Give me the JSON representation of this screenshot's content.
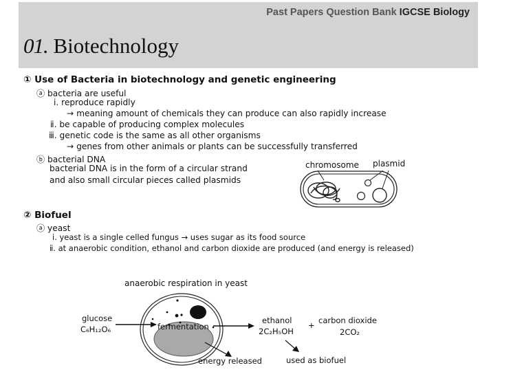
{
  "header": {
    "subject_prefix": "Past Papers Question Bank ",
    "subject_bold": "IGCSE Biology",
    "chapter_number": "01.",
    "chapter_title": "Biotechnology"
  },
  "section1": {
    "title": "① Use of Bacteria in biotechnology and genetic engineering",
    "a_title": "ⓐ bacteria are useful",
    "a_i": "ⅰ. reproduce rapidly",
    "a_i_note": "→ meaning amount of chemicals they can produce can also rapidly increase",
    "a_ii": "ⅱ. be capable of producing complex molecules",
    "a_iii": "ⅲ. genetic code is the same as all other organisms",
    "a_iii_note": "→ genes from other animals or plants can be successfully transferred",
    "b_title": "ⓑ bacterial DNA",
    "b_line1": "bacterial DNA is in the form of a circular strand",
    "b_line2": "and also small circular pieces called plasmids",
    "diagram_chromosome": "chromosome",
    "diagram_plasmid": "plasmid"
  },
  "section2": {
    "title": "② Biofuel",
    "a_title": "ⓐ yeast",
    "a_i": "ⅰ. yeast is a single celled fungus → uses sugar as its food source",
    "a_ii": "ⅱ. at anaerobic condition, ethanol and carbon dioxide are produced (and energy is released)"
  },
  "diagram2": {
    "title": "anaerobic respiration in yeast",
    "glucose": "glucose",
    "glucose_formula": "C₆H₁₂O₆",
    "fermentation": "fermentation",
    "ethanol": "ethanol",
    "ethanol_formula": "2C₂H₅OH",
    "plus": "+",
    "co2": "carbon dioxide",
    "co2_formula": "2CO₂",
    "energy": "energy released",
    "biofuel": "used as biofuel"
  }
}
